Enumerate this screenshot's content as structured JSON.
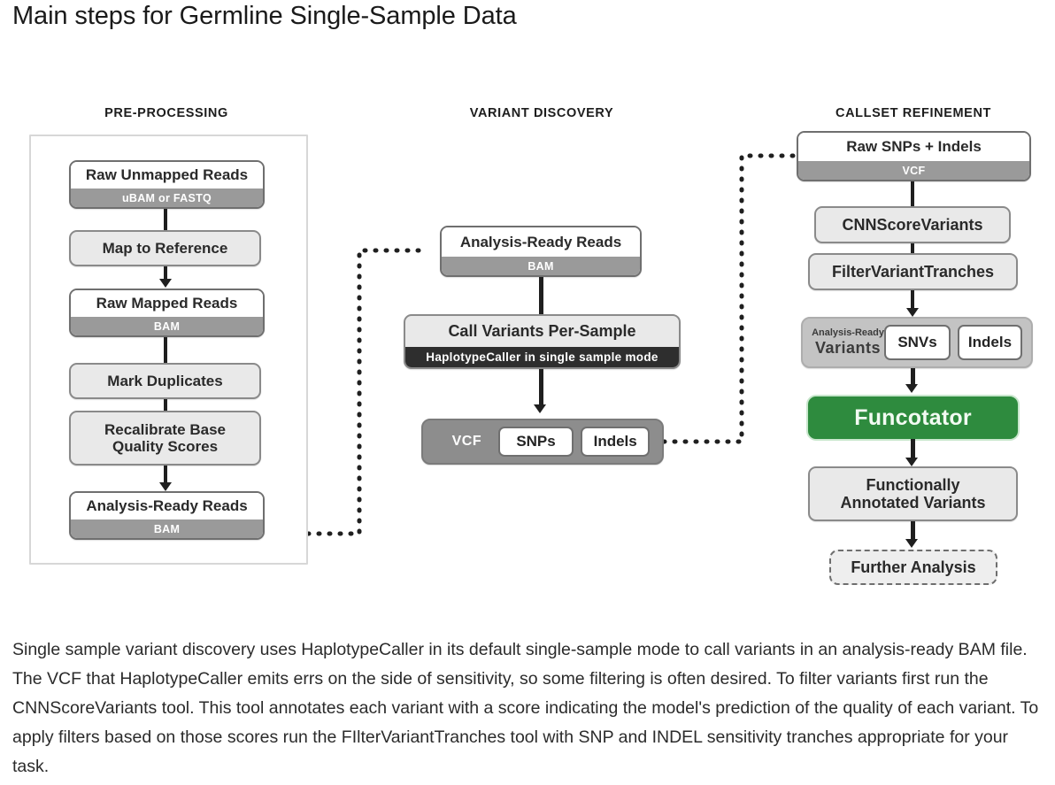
{
  "page": {
    "title": "Main steps for Germline Single-Sample Data"
  },
  "diagram": {
    "columns": [
      {
        "id": "pre-processing",
        "header": "PRE-PROCESSING"
      },
      {
        "id": "variant-discovery",
        "header": "VARIANT DISCOVERY"
      },
      {
        "id": "callset-refinement",
        "header": "CALLSET REFINEMENT"
      }
    ],
    "preprocessing": {
      "raw_unmapped_reads": {
        "title": "Raw Unmapped Reads",
        "format": "uBAM or FASTQ"
      },
      "map_to_reference": {
        "title": "Map to Reference"
      },
      "raw_mapped_reads": {
        "title": "Raw Mapped Reads",
        "format": "BAM"
      },
      "mark_duplicates": {
        "title": "Mark Duplicates"
      },
      "recalibrate": {
        "title": "Recalibrate Base Quality Scores"
      },
      "analysis_ready_reads": {
        "title": "Analysis-Ready Reads",
        "format": "BAM"
      }
    },
    "variant_discovery": {
      "analysis_ready_reads": {
        "title": "Analysis-Ready Reads",
        "format": "BAM"
      },
      "call_variants": {
        "title": "Call Variants Per-Sample",
        "tool": "HaplotypeCaller in single sample mode"
      },
      "vcf_group": {
        "label": "VCF",
        "chips": [
          "SNPs",
          "Indels"
        ]
      }
    },
    "callset_refinement": {
      "raw_snps_indels": {
        "title": "Raw SNPs + Indels",
        "format": "VCF"
      },
      "cnn_score_variants": {
        "title": "CNNScoreVariants"
      },
      "filter_variant_tranches": {
        "title": "FilterVariantTranches"
      },
      "analysis_ready_variants": {
        "label_small": "Analysis-Ready",
        "label_main": "Variants",
        "chips": [
          "SNVs",
          "Indels"
        ]
      },
      "funcotator": {
        "title": "Funcotator"
      },
      "functionally_annotated": {
        "title": "Functionally Annotated Variants"
      },
      "further_analysis": {
        "title": "Further Analysis"
      }
    },
    "colors": {
      "funcotator_green": "#2e8b3e",
      "data_foot_grey": "#9a9a9a",
      "tool_dark": "#2e2e2e",
      "node_border": "#7c7c7c",
      "frame_border": "#d7d7d7"
    }
  },
  "description": {
    "paragraph": "Single sample variant discovery uses HaplotypeCaller in its default single-sample mode to call variants in an analysis-ready BAM file. The VCF that HaplotypeCaller emits errs on the side of sensitivity, so some filtering is often desired. To filter variants first run the CNNScoreVariants tool. This tool annotates each variant with a score indicating the model's prediction of the quality of each variant. To apply filters based on those scores run the FIlterVariantTranches tool with SNP and INDEL sensitivity tranches appropriate for your task."
  }
}
